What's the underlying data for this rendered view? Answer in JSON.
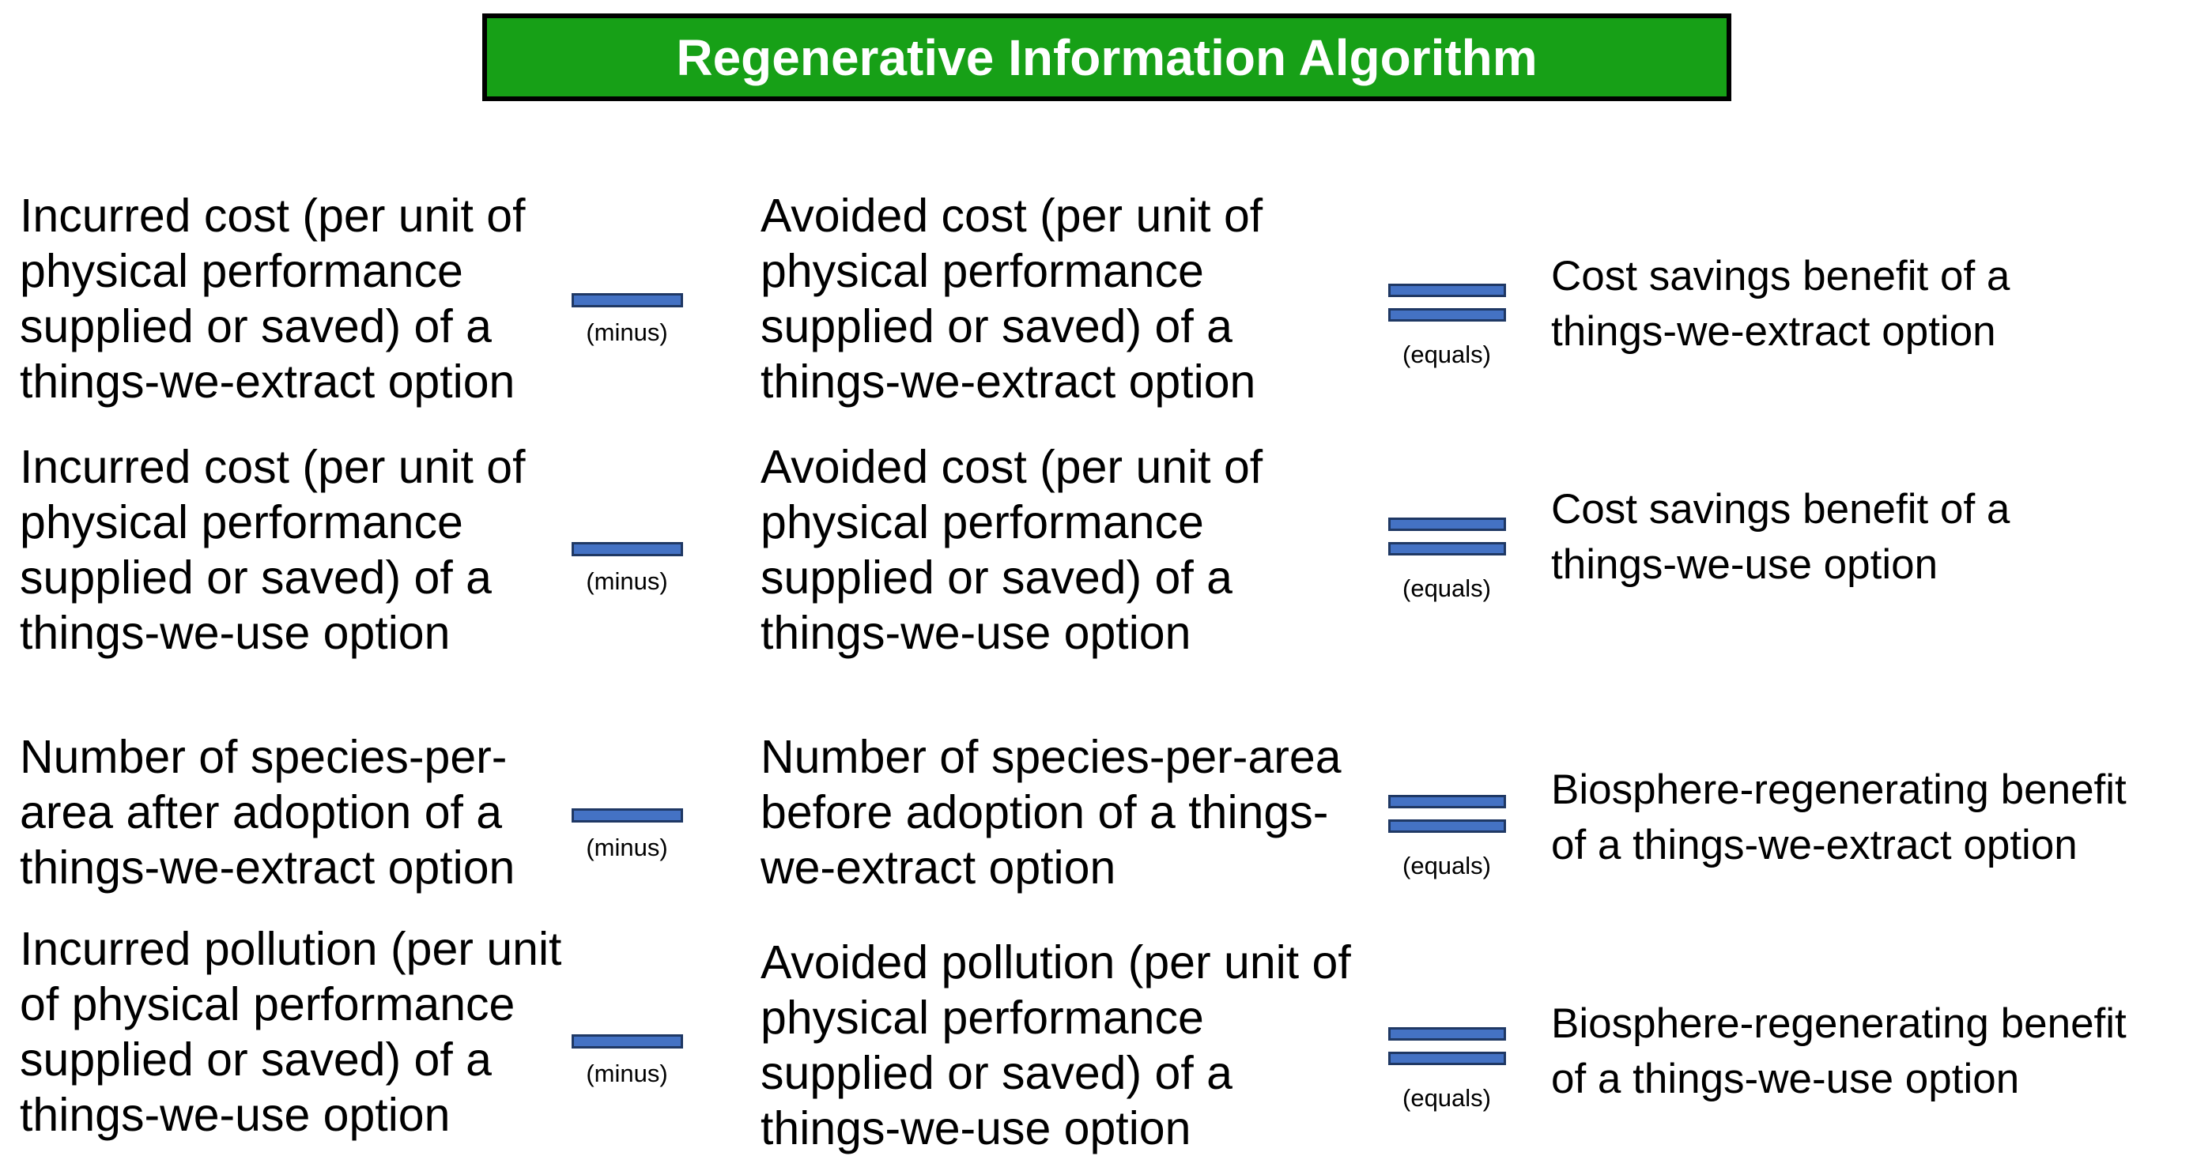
{
  "title": {
    "label": "Regenerative Information Algorithm",
    "bg_color": "#17A017",
    "border_color": "#000000",
    "text_color": "#FFFFFF"
  },
  "operators": {
    "minus_label": "(minus)",
    "equals_label": "(equals)",
    "bar_fill": "#4472C4",
    "bar_border": "#1F3864"
  },
  "rows": [
    {
      "left": "Incurred cost (per unit of\nphysical performance\nsupplied or saved) of a\nthings-we-extract option",
      "middle": "Avoided cost (per unit of\nphysical performance\nsupplied or saved) of a\nthings-we-extract option",
      "right": "Cost savings benefit of a\nthings-we-extract option"
    },
    {
      "left": "Incurred cost (per unit of\nphysical performance\nsupplied or saved) of a\nthings-we-use option",
      "middle": "Avoided cost (per unit of\nphysical performance\nsupplied or saved) of a\nthings-we-use option",
      "right": "Cost savings benefit of a\nthings-we-use option"
    },
    {
      "left": "Number of species-per-\narea after adoption of a\nthings-we-extract option",
      "middle": "Number of species-per-area\nbefore adoption of a things-\nwe-extract option",
      "right": "Biosphere-regenerating benefit\nof a things-we-extract option"
    },
    {
      "left": "Incurred pollution (per unit\nof physical performance\nsupplied or saved) of a\nthings-we-use option",
      "middle": "Avoided pollution (per unit of\nphysical performance\nsupplied or saved) of a\nthings-we-use option",
      "right": "Biosphere-regenerating benefit\nof a things-we-use option"
    }
  ]
}
